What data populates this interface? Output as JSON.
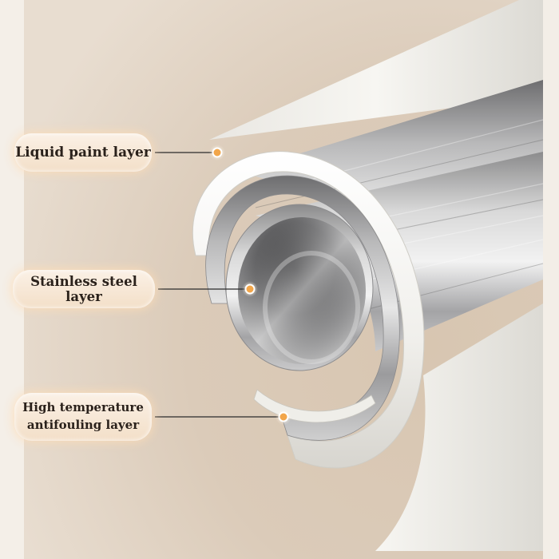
{
  "labels": [
    {
      "text": "Liquid paint layer"
    },
    {
      "text": "Stainless steel layer"
    },
    {
      "line1": "High temperature",
      "line2": "antifouling layer"
    }
  ],
  "colors": {
    "background": "#d9c9b6",
    "paint_layer": "#f2f1ec",
    "steel": "#b8b8b8",
    "marker_dot": "#f2a64a",
    "leader_line": "#2b2b2b"
  }
}
